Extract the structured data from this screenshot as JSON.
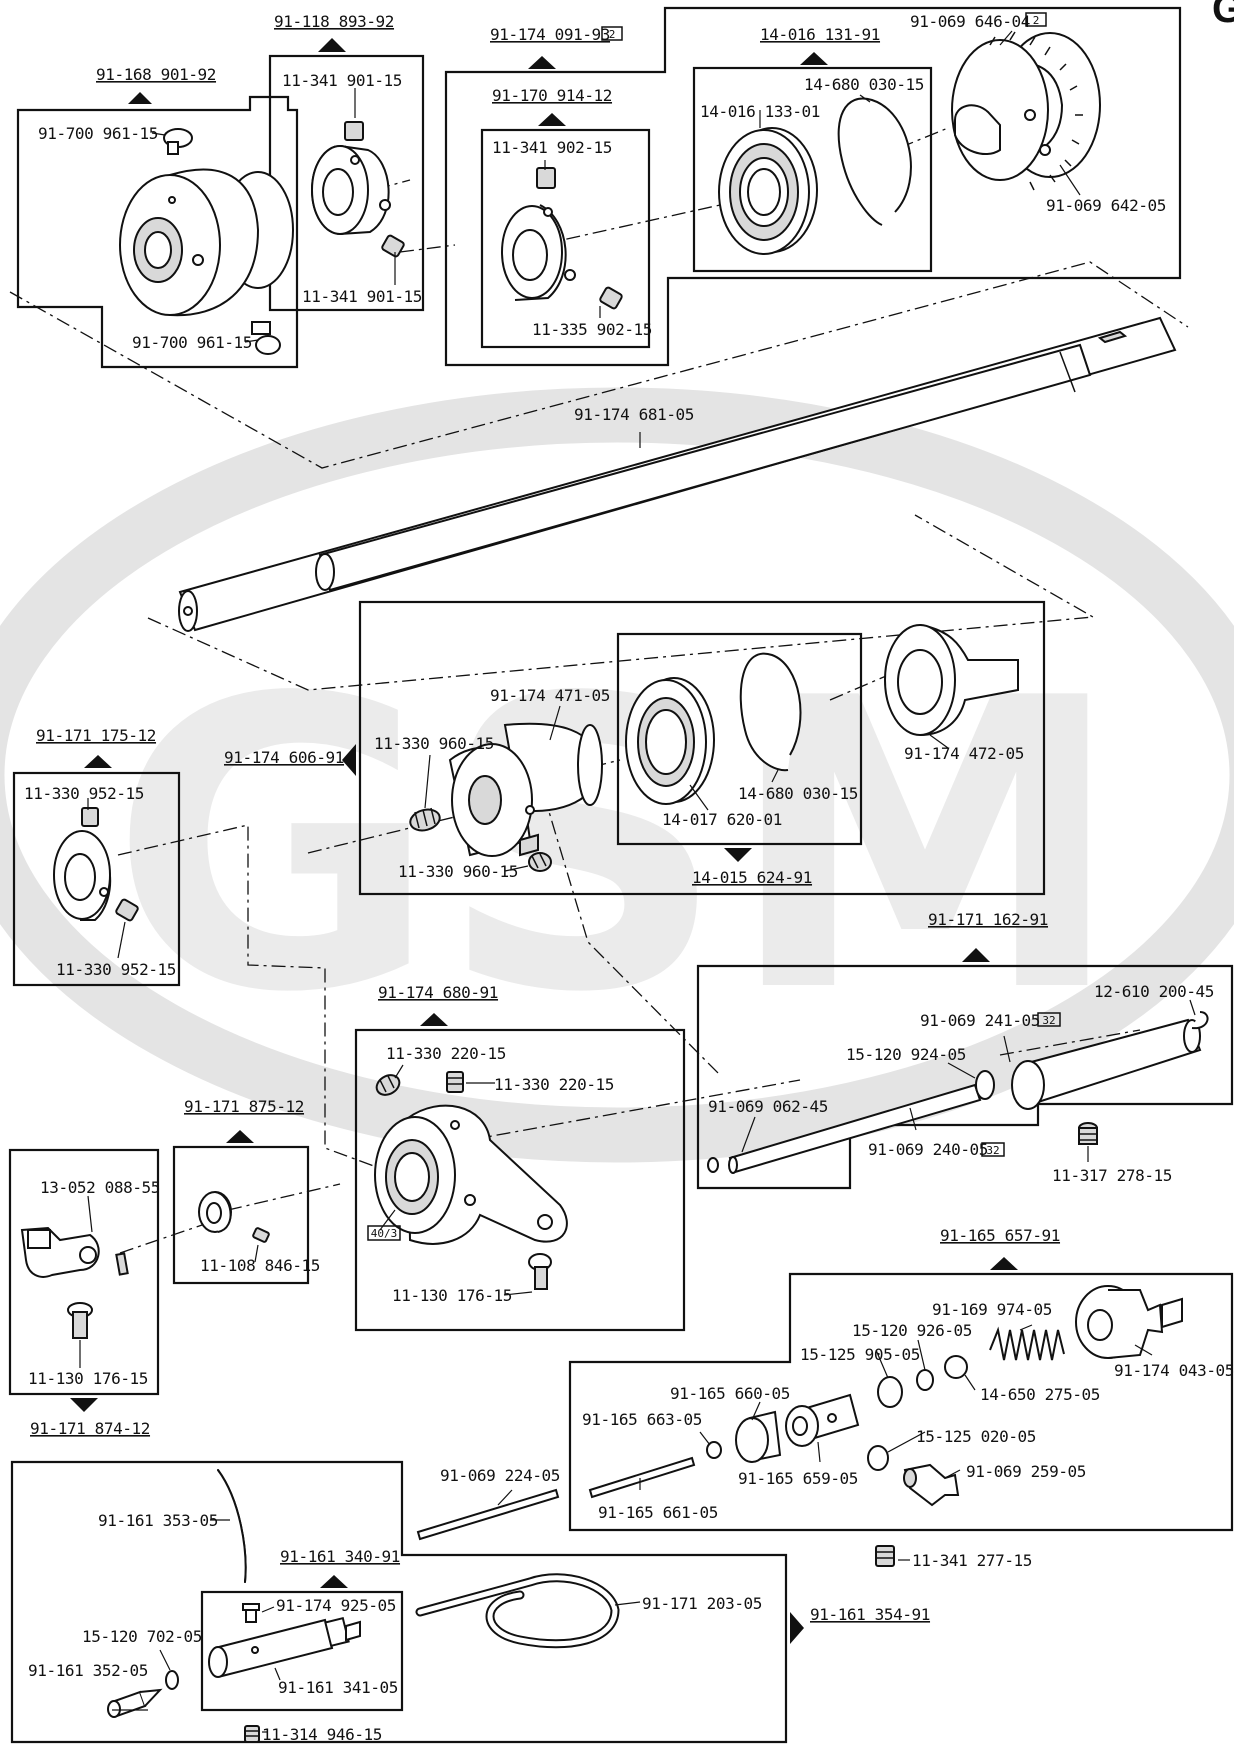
{
  "watermark": {
    "text": "GSM",
    "color": "#ebebeb"
  },
  "sheet_corner_letter": "G",
  "assemblies": {
    "a1": "91-168 901-92",
    "a2": "91-118 893-92",
    "a3": "91-174 091-93",
    "a3_qty": "2",
    "a4": "91-170 914-12",
    "a5": "14-016 131-91",
    "a6": "91-174 606-91",
    "a7": "91-171 175-12",
    "a8": "14-015 624-91",
    "a9": "91-171 162-91",
    "a10": "91-174 680-91",
    "a11": "91-171 875-12",
    "a12": "91-171 874-12",
    "a13": "91-165 657-91",
    "a14": "91-161 340-91",
    "a15": "91-161 354-91"
  },
  "parts": {
    "p1": "91-700 961-15",
    "p2": "91-700 961-15",
    "p3": "11-341 901-15",
    "p4": "11-341 901-15",
    "p5": "11-341 902-15",
    "p6": "11-335 902-15",
    "p7": "14-016 133-01",
    "p8": "14-680 030-15",
    "p9": "91-069 646-04",
    "p9_qty": "2",
    "p10": "91-069 642-05",
    "p11": "91-174 681-05",
    "p12": "91-174 471-05",
    "p13": "11-330 960-15",
    "p14": "11-330 960-15",
    "p15": "14-017 620-01",
    "p16": "14-680 030-15",
    "p17": "91-174 472-05",
    "p18": "11-330 952-15",
    "p19": "11-330 952-15",
    "p20": "12-610 200-45",
    "p21": "91-069 241-05",
    "p21_qty": "32",
    "p22": "15-120 924-05",
    "p23": "91-069 062-45",
    "p24": "91-069 240-05",
    "p24_qty": "32",
    "p25": "11-317 278-15",
    "p26": "11-330 220-15",
    "p27": "11-330 220-15",
    "p28": "40/3",
    "p29": "11-130 176-15",
    "p30": "13-052 088-55",
    "p31": "11-108 846-15",
    "p32": "11-130 176-15",
    "p33": "91-169 974-05",
    "p34": "15-120 926-05",
    "p35": "15-125 905-05",
    "p36": "91-165 660-05",
    "p37": "91-165 663-05",
    "p38": "14-650 275-05",
    "p39": "91-174 043-05",
    "p40": "15-125 020-05",
    "p41": "91-165 659-05",
    "p42": "91-069 259-05",
    "p43": "91-165 661-05",
    "p44": "91-069 224-05",
    "p45": "11-341 277-15",
    "p46": "91-161 353-05",
    "p47": "91-174 925-05",
    "p48": "91-171 203-05",
    "p49": "15-120 702-05",
    "p50": "91-161 352-05",
    "p51": "91-161 341-05",
    "p52": "11-314 946-15"
  }
}
